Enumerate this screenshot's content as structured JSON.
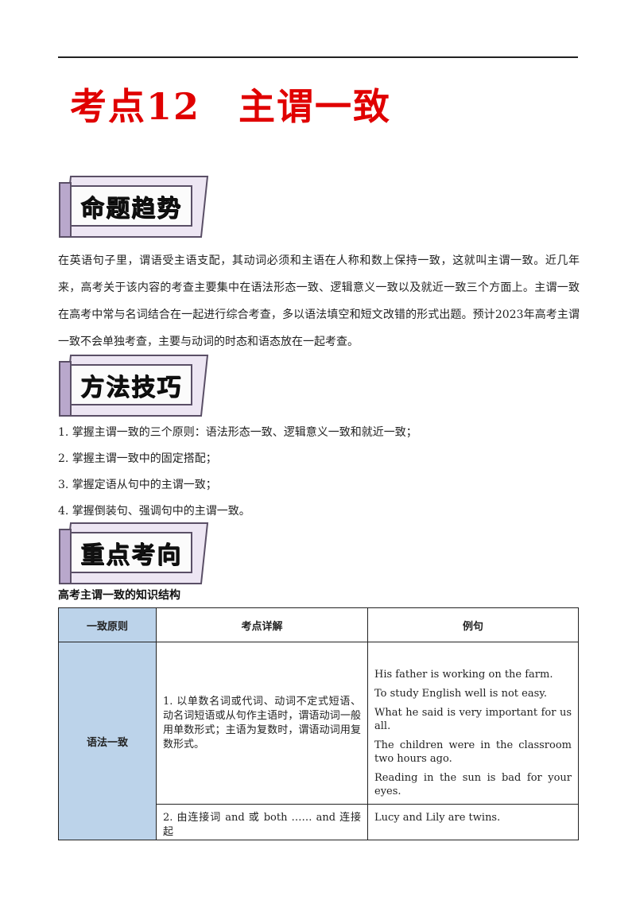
{
  "header": {
    "title_left": "考点12",
    "title_right": "主谓一致"
  },
  "banners": {
    "trend": "命题趋势",
    "method": "方法技巧",
    "focus": "重点考向"
  },
  "trend_paragraph": "在英语句子里，谓语受主语支配，其动词必须和主语在人称和数上保持一致，这就叫主谓一致。近几年来，高考关于该内容的考查主要集中在语法形态一致、逻辑意义一致以及就近一致三个方面上。主谓一致在高考中常与名词结合在一起进行综合考查，多以语法填空和短文改错的形式出题。预计2023年高考主谓一致不会单独考查，主要与动词的时态和语态放在一起考查。",
  "methods": [
    "1. 掌握主谓一致的三个原则：语法形态一致、逻辑意义一致和就近一致；",
    "2. 掌握主谓一致中的固定搭配；",
    "3. 掌握定语从句中的主谓一致；",
    "4. 掌握倒装句、强调句中的主谓一致。"
  ],
  "table": {
    "title": "高考主谓一致的知识结构",
    "headers": [
      "一致原则",
      "考点详解",
      "例句"
    ],
    "principle": "语法一致",
    "rows": [
      {
        "detail": "1. 以单数名词或代词、动词不定式短语、动名词短语或从句作主语时，谓语动词一般用单数形式；主语为复数时，谓语动词用复数形式。",
        "examples": [
          "His father is working on the farm.",
          "To study English well is not easy.",
          "What he said is very important for us all.",
          "The children were in the classroom two hours ago.",
          "Reading in the sun is bad for your eyes."
        ]
      },
      {
        "detail": "2. 由连接词 and 或 both …… and 连接起",
        "examples": [
          "Lucy and Lily are twins."
        ]
      }
    ]
  }
}
